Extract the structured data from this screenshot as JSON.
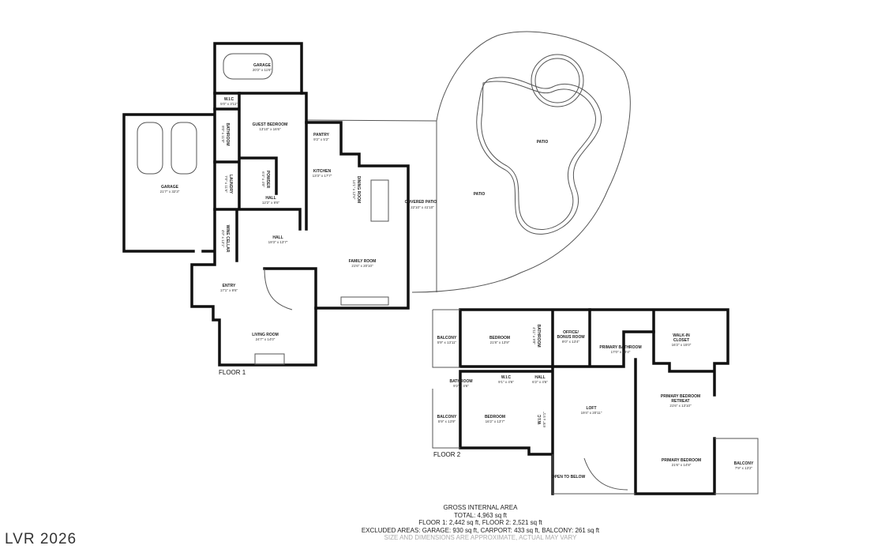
{
  "watermark": "LVR 2026",
  "floor1": {
    "label": "FLOOR 1",
    "rooms": [
      {
        "name": "GARAGE",
        "dim": "20'2\" x 11'6\""
      },
      {
        "name": "GARAGE",
        "dim": "21'7\" x 32'3\""
      },
      {
        "name": "W.I.C",
        "dim": "5'0\" x 3'11\""
      },
      {
        "name": "BATHROOM",
        "dim": "8'0\" x 11'0\""
      },
      {
        "name": "GUEST BEDROOM",
        "dim": "13'10\" x 16'6\""
      },
      {
        "name": "PANTRY",
        "dim": "9'2\" x 5'2\""
      },
      {
        "name": "POWDER",
        "dim": "6'4\" x 4'0\""
      },
      {
        "name": "LAUNDRY",
        "dim": "7'0\" x 11'6\""
      },
      {
        "name": "KITCHEN",
        "dim": "13'3\" x 17'7\""
      },
      {
        "name": "DINING ROOM",
        "dim": "14'1\" x 12'6\""
      },
      {
        "name": "HALL",
        "dim": "12'2\" x 9'6\""
      },
      {
        "name": "COVERED PATIO",
        "dim": "22'10\" x 41'10\""
      },
      {
        "name": "WINE CELLAR",
        "dim": "4'0\" x 13'1\""
      },
      {
        "name": "HALL",
        "dim": "19'3\" x 13'7\""
      },
      {
        "name": "FAMILY ROOM",
        "dim": "21'6\" x 20'10\""
      },
      {
        "name": "ENTRY",
        "dim": "17'1\" x 9'6\""
      },
      {
        "name": "LIVING ROOM",
        "dim": "24'7\" x 14'0\""
      },
      {
        "name": "PATIO"
      },
      {
        "name": "PATIO"
      }
    ]
  },
  "floor2": {
    "label": "FLOOR 2",
    "rooms": [
      {
        "name": "BALCONY",
        "dim": "5'9\" x 13'11\""
      },
      {
        "name": "BEDROOM",
        "dim": "21'8\" x 13'9\""
      },
      {
        "name": "BATHROOM",
        "dim": "4'11\" x 9'8\""
      },
      {
        "name": "OFFICE/",
        "name2": "BONUS ROOM",
        "dim": "9'0\" x 13'4\""
      },
      {
        "name": "PRIMARY BATHROOM",
        "dim": "17'0\" x 13'4\""
      },
      {
        "name": "WALK-IN",
        "name2": "CLOSET",
        "dim": "16'2\" x 15'0\""
      },
      {
        "name": "BATHROOM",
        "dim": "9'2\" x 4'6\""
      },
      {
        "name": "W.I.C",
        "dim": "9'1\" x 4'6\""
      },
      {
        "name": "HALL",
        "dim": "6'2\" x 4'6\""
      },
      {
        "name": "BALCONY",
        "dim": "5'9\" x 13'9\""
      },
      {
        "name": "BEDROOM",
        "dim": "16'2\" x 13'7\""
      },
      {
        "name": "W.I.C",
        "dim": "6'8\" x 5'1\""
      },
      {
        "name": "LOFT",
        "dim": "19'4\" x 20'11\""
      },
      {
        "name": "PRIMARY BEDROOM",
        "name2": "RETREAT",
        "dim": "21'6\" x 13'10\""
      },
      {
        "name": "PRIMARY BEDROOM",
        "dim": "21'6\" x 14'8\""
      },
      {
        "name": "BALCONY",
        "dim": "7'9\" x 13'2\""
      },
      {
        "name": "OPEN TO BELOW"
      }
    ]
  },
  "footer": {
    "title": "GROSS INTERNAL AREA",
    "total": "TOTAL: 4,963 sq ft",
    "floors": "FLOOR 1: 2,442 sq ft, FLOOR 2: 2,521 sq ft",
    "excluded": "EXCLUDED AREAS: GARAGE: 930 sq ft, CARPORT: 433 sq ft, BALCONY: 261 sq ft",
    "disclaimer": "SIZE AND DIMENSIONS ARE APPROXIMATE, ACTUAL MAY VARY"
  }
}
